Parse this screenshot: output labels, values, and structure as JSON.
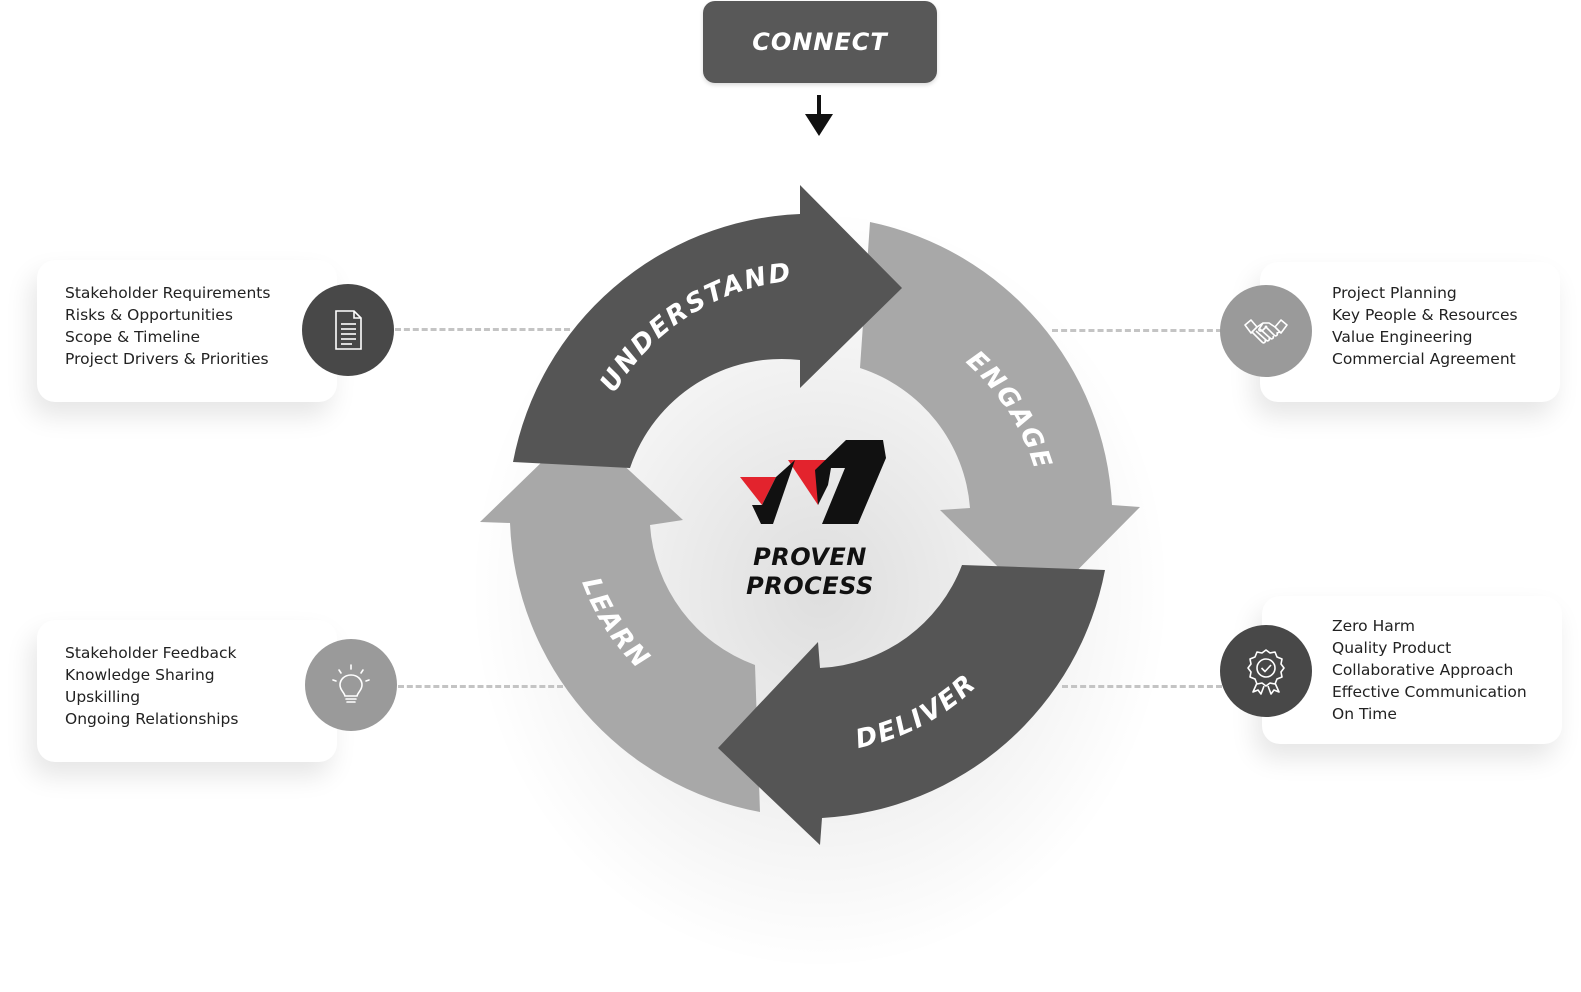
{
  "connect_label": "CONNECT",
  "stages": {
    "understand": "UNDERSTAND",
    "engage": "ENGAGE",
    "deliver": "DELIVER",
    "learn": "LEARN"
  },
  "center": {
    "line1": "PROVEN",
    "line2": "PROCESS"
  },
  "cards": {
    "understand": [
      "Stakeholder Requirements",
      "Risks & Opportunities",
      "Scope & Timeline",
      "Project Drivers & Priorities"
    ],
    "engage": [
      "Project Planning",
      "Key People & Resources",
      "Value Engineering",
      "Commercial Agreement"
    ],
    "learn": [
      "Stakeholder Feedback",
      "Knowledge Sharing",
      "Upskilling",
      "Ongoing Relationships"
    ],
    "deliver": [
      "Zero Harm",
      "Quality Product",
      "Collaborative Approach",
      "Effective Communication",
      "On Time"
    ]
  },
  "icons": {
    "understand": "document-icon",
    "engage": "handshake-icon",
    "learn": "lightbulb-icon",
    "deliver": "award-badge-icon"
  },
  "colors": {
    "dark_arrow": "#555555",
    "light_arrow": "#a8a8a8",
    "dark_icon": "#484848",
    "light_icon": "#9a9a9a",
    "logo_red": "#e3232d",
    "logo_black": "#111111"
  }
}
